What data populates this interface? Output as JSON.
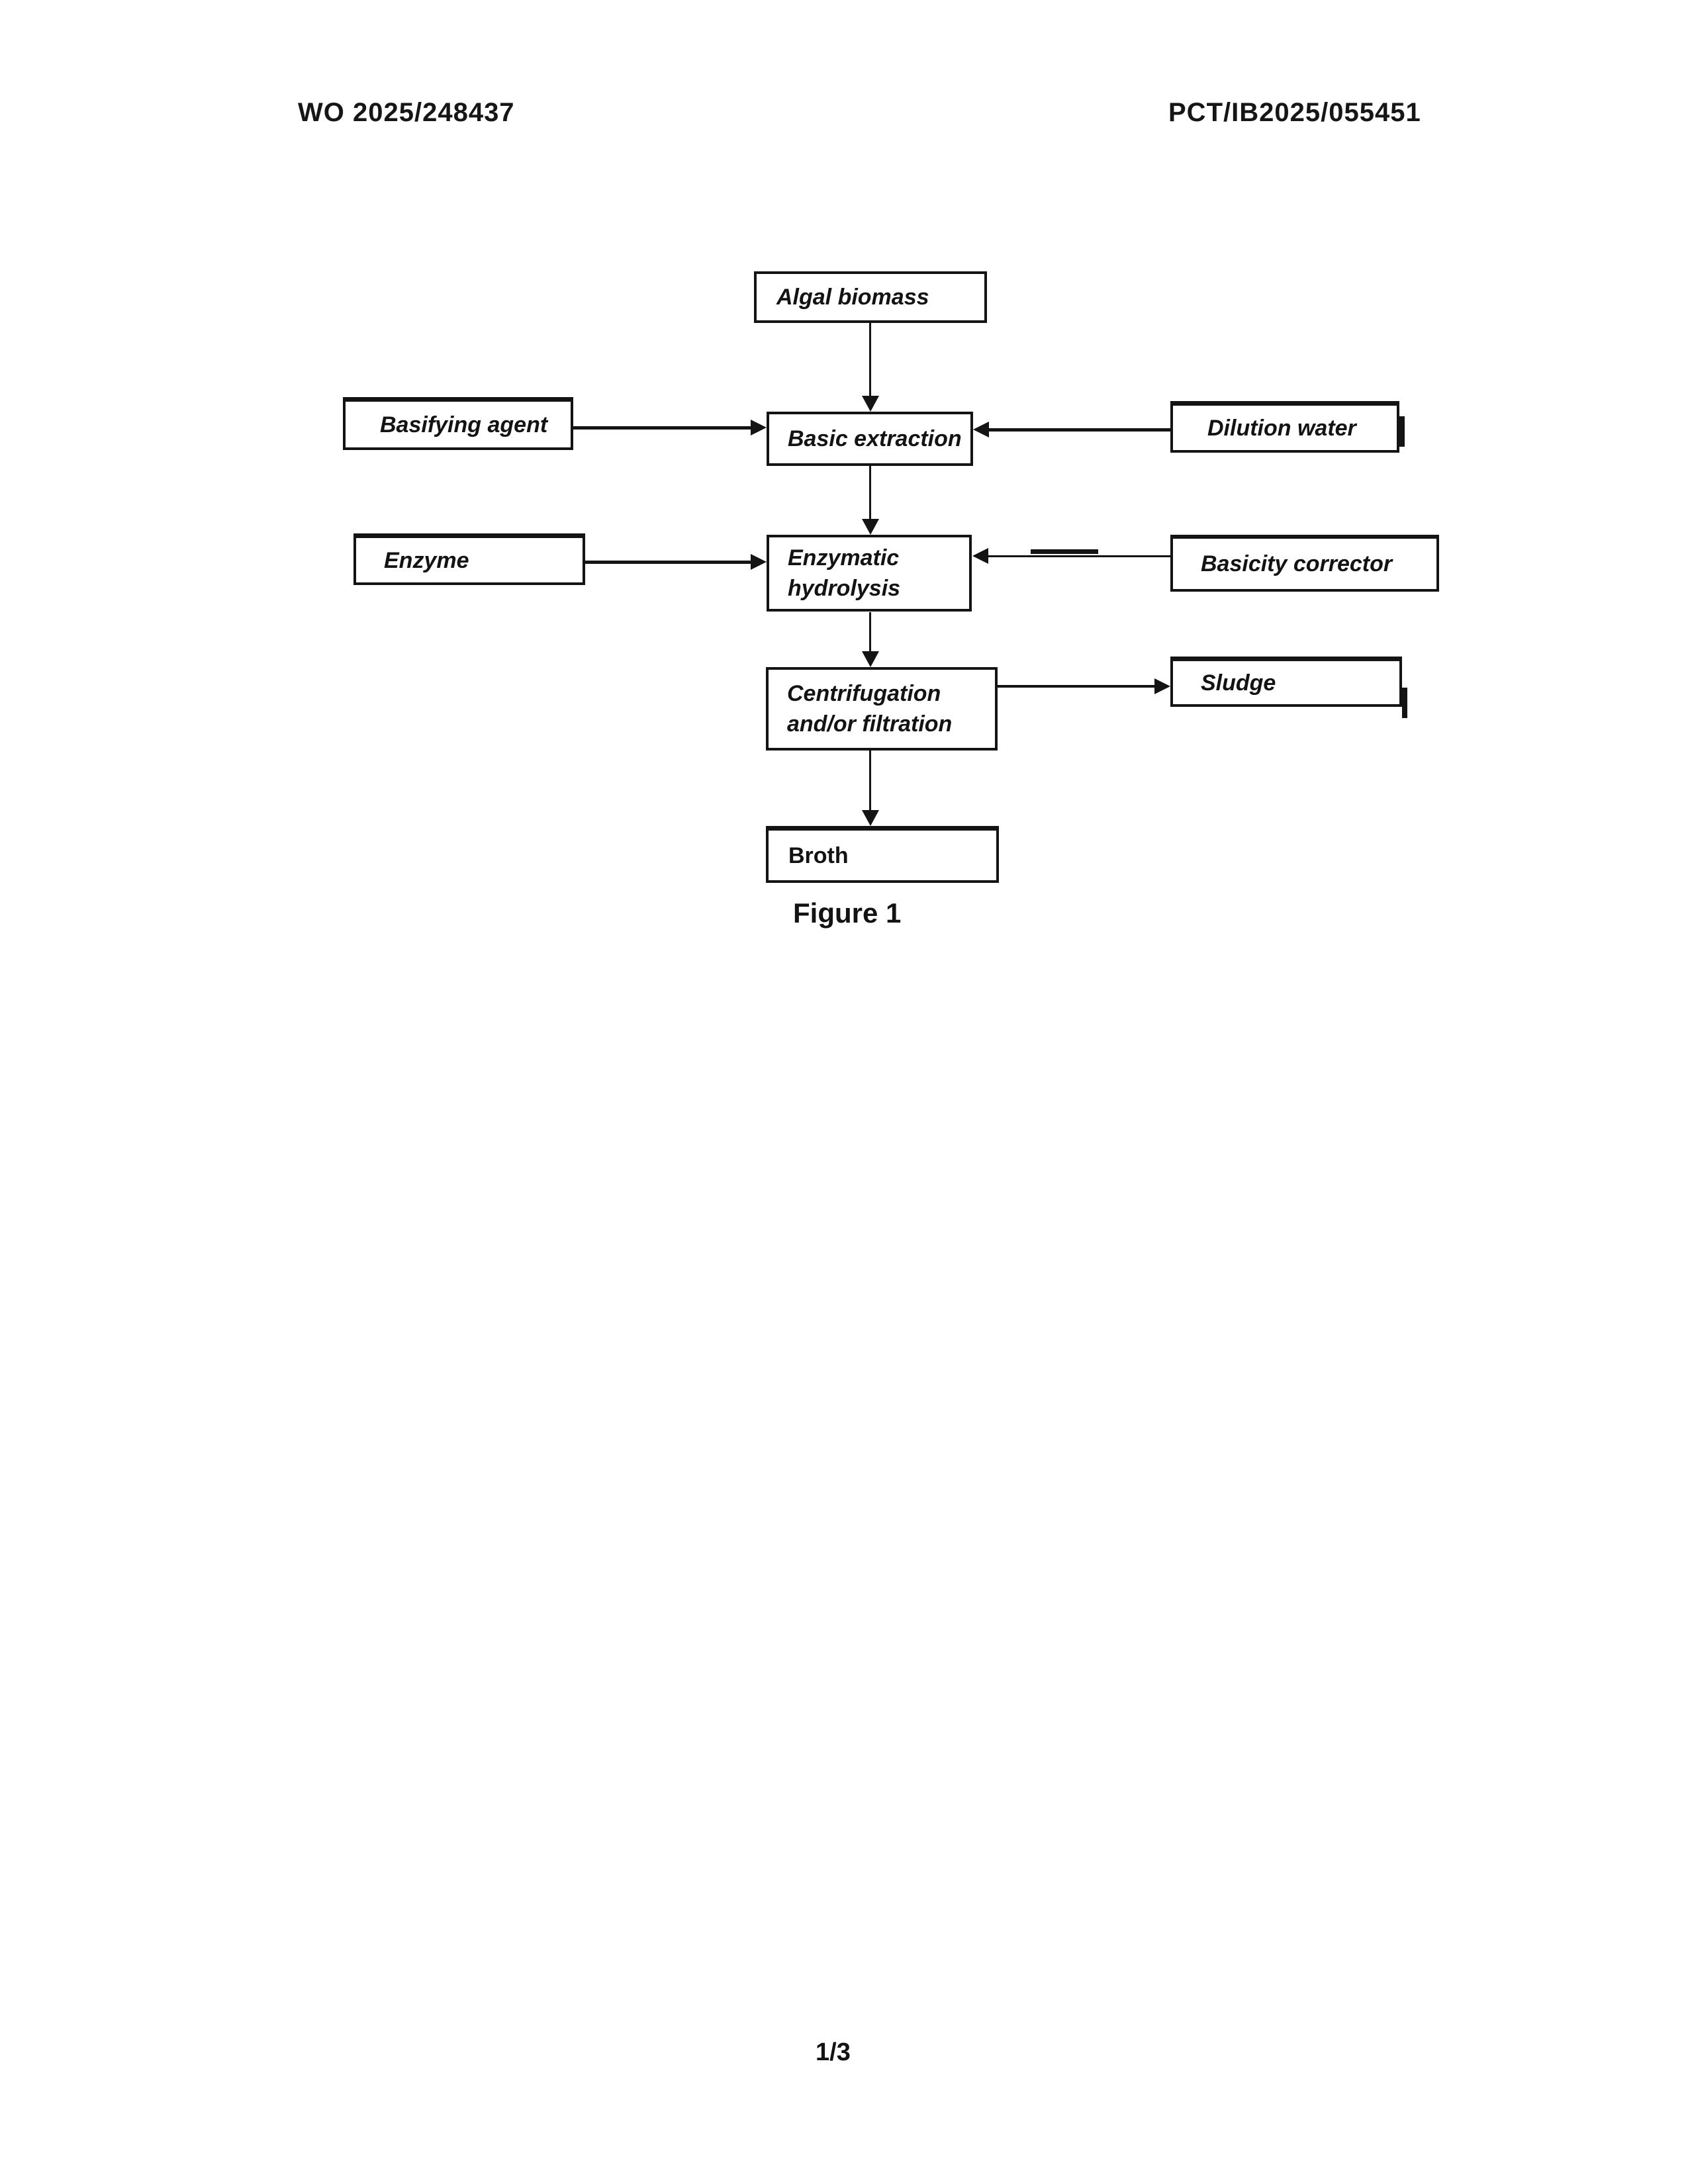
{
  "page": {
    "header_left": "WO 2025/248437",
    "header_right": "PCT/IB2025/055451",
    "figure_caption": "Figure 1",
    "page_number": "1/3"
  },
  "colors": {
    "ink": "#141414",
    "paper": "#ffffff"
  },
  "flowchart": {
    "nodes": [
      {
        "id": "algal-biomass",
        "label": "Algal biomass"
      },
      {
        "id": "basifying-agent",
        "label": "Basifying agent"
      },
      {
        "id": "basic-extraction",
        "label": "Basic extraction"
      },
      {
        "id": "dilution-water",
        "label": "Dilution water"
      },
      {
        "id": "enzyme",
        "label": "Enzyme"
      },
      {
        "id": "enzymatic-hydrolysis",
        "label": "Enzymatic hydrolysis",
        "lines": [
          "Enzymatic",
          "hydrolysis"
        ]
      },
      {
        "id": "basicity-corrector",
        "label": "Basicity corrector"
      },
      {
        "id": "centrifugation-filtration",
        "label": "Centrifugation and/or filtration",
        "lines": [
          "Centrifugation",
          "and/or filtration"
        ]
      },
      {
        "id": "sludge",
        "label": "Sludge"
      },
      {
        "id": "broth",
        "label": "Broth"
      }
    ],
    "edges": [
      {
        "from": "algal-biomass",
        "to": "basic-extraction"
      },
      {
        "from": "basifying-agent",
        "to": "basic-extraction"
      },
      {
        "from": "dilution-water",
        "to": "basic-extraction"
      },
      {
        "from": "basic-extraction",
        "to": "enzymatic-hydrolysis"
      },
      {
        "from": "enzyme",
        "to": "enzymatic-hydrolysis"
      },
      {
        "from": "basicity-corrector",
        "to": "enzymatic-hydrolysis"
      },
      {
        "from": "enzymatic-hydrolysis",
        "to": "centrifugation-filtration"
      },
      {
        "from": "centrifugation-filtration",
        "to": "sludge"
      },
      {
        "from": "centrifugation-filtration",
        "to": "broth"
      }
    ]
  }
}
